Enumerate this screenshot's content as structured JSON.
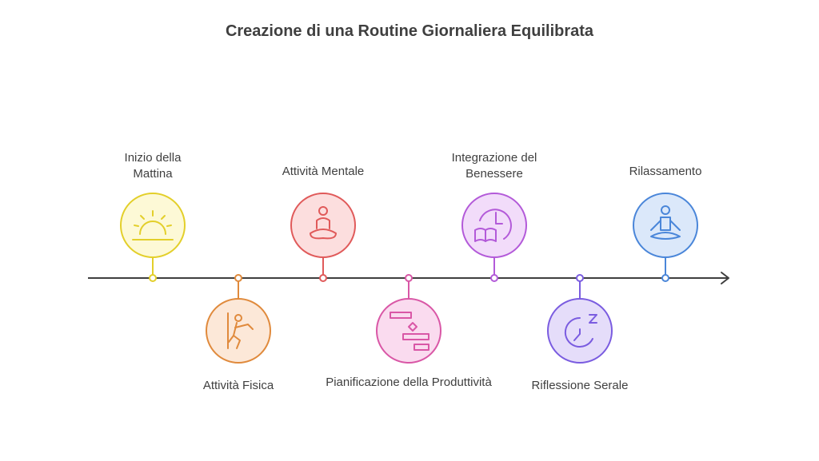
{
  "title": "Creazione di una Routine Giornaliera Equilibrata",
  "steps": [
    {
      "label": "Inizio della Mattina",
      "icon": "sunrise-icon",
      "color": "#e3cf2a",
      "fill": "#fdf9d6"
    },
    {
      "label": "Attività Fisica",
      "icon": "climbing-person-icon",
      "color": "#e08a3c",
      "fill": "#fce8d8"
    },
    {
      "label": "Attività Mentale",
      "icon": "meditating-person-icon",
      "color": "#e05a5a",
      "fill": "#fcdede"
    },
    {
      "label": "Pianificazione della Produttività",
      "icon": "gantt-plan-icon",
      "color": "#d957a6",
      "fill": "#fadbef"
    },
    {
      "label": "Integrazione del Benessere",
      "icon": "clock-book-icon",
      "color": "#b35ad9",
      "fill": "#f2dcfa"
    },
    {
      "label": "Riflessione Serale",
      "icon": "sleep-clock-icon",
      "color": "#7a5ce0",
      "fill": "#e5ddfa"
    },
    {
      "label": "Rilassamento",
      "icon": "yoga-pose-icon",
      "color": "#4a86d9",
      "fill": "#dbe8fa"
    }
  ]
}
